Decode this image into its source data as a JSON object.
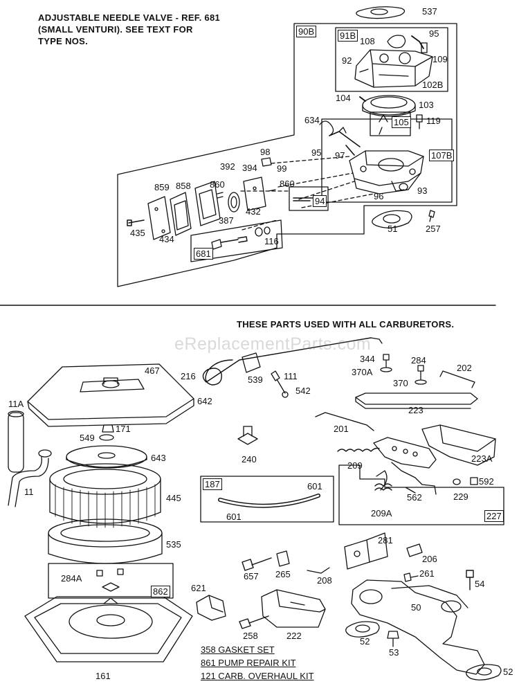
{
  "notes": {
    "top_line1": "ADJUSTABLE NEEDLE VALVE - REF. 681",
    "top_line2": "(SMALL VENTURI). SEE TEXT FOR",
    "top_line3": "TYPE NOS.",
    "all_carbs": "THESE PARTS USED WITH ALL CARBURETORS."
  },
  "watermark": "eReplacementParts.com",
  "kits": [
    "358 GASKET SET",
    "861 PUMP REPAIR KIT",
    "121 CARB. OVERHAUL KIT"
  ],
  "box_labels": {
    "b90B": "90B",
    "b91B": "91B",
    "b105": "105",
    "b107B": "107B",
    "b94": "94",
    "b681": "681",
    "b187": "187",
    "b227": "227",
    "b862": "862"
  },
  "part_labels": {
    "p537": "537",
    "p95a": "95",
    "p108": "108",
    "p92": "92",
    "p109": "109",
    "p102B": "102B",
    "p104": "104",
    "p103": "103",
    "p119": "119",
    "p634": "634",
    "p95b": "95",
    "p97": "97",
    "p98": "98",
    "p99": "99",
    "p392": "392",
    "p394": "394",
    "p859": "859",
    "p858": "858",
    "p860a": "860",
    "p860b": "860",
    "p93": "93",
    "p96": "96",
    "p432": "432",
    "p387": "387",
    "p435": "435",
    "p434": "434",
    "p116": "116",
    "p51": "51",
    "p257": "257",
    "p467": "467",
    "p216": "216",
    "p539": "539",
    "p111": "111",
    "p542": "542",
    "p344": "344",
    "p370A": "370A",
    "p284": "284",
    "p370": "370",
    "p202": "202",
    "p642": "642",
    "p11A": "11A",
    "p171": "171",
    "p549": "549",
    "p223": "223",
    "p201": "201",
    "p643": "643",
    "p240": "240",
    "p209": "209",
    "p223A": "223A",
    "p11": "11",
    "p445": "445",
    "p601a": "601",
    "p601b": "601",
    "p592": "592",
    "p562": "562",
    "p229": "229",
    "p209A": "209A",
    "p535": "535",
    "p281": "281",
    "p284A": "284A",
    "p206": "206",
    "p657": "657",
    "p265": "265",
    "p208": "208",
    "p261": "261",
    "p54": "54",
    "p621": "621",
    "p50": "50",
    "p258": "258",
    "p222": "222",
    "p52a": "52",
    "p53": "53",
    "p161": "161",
    "p52b": "52"
  }
}
